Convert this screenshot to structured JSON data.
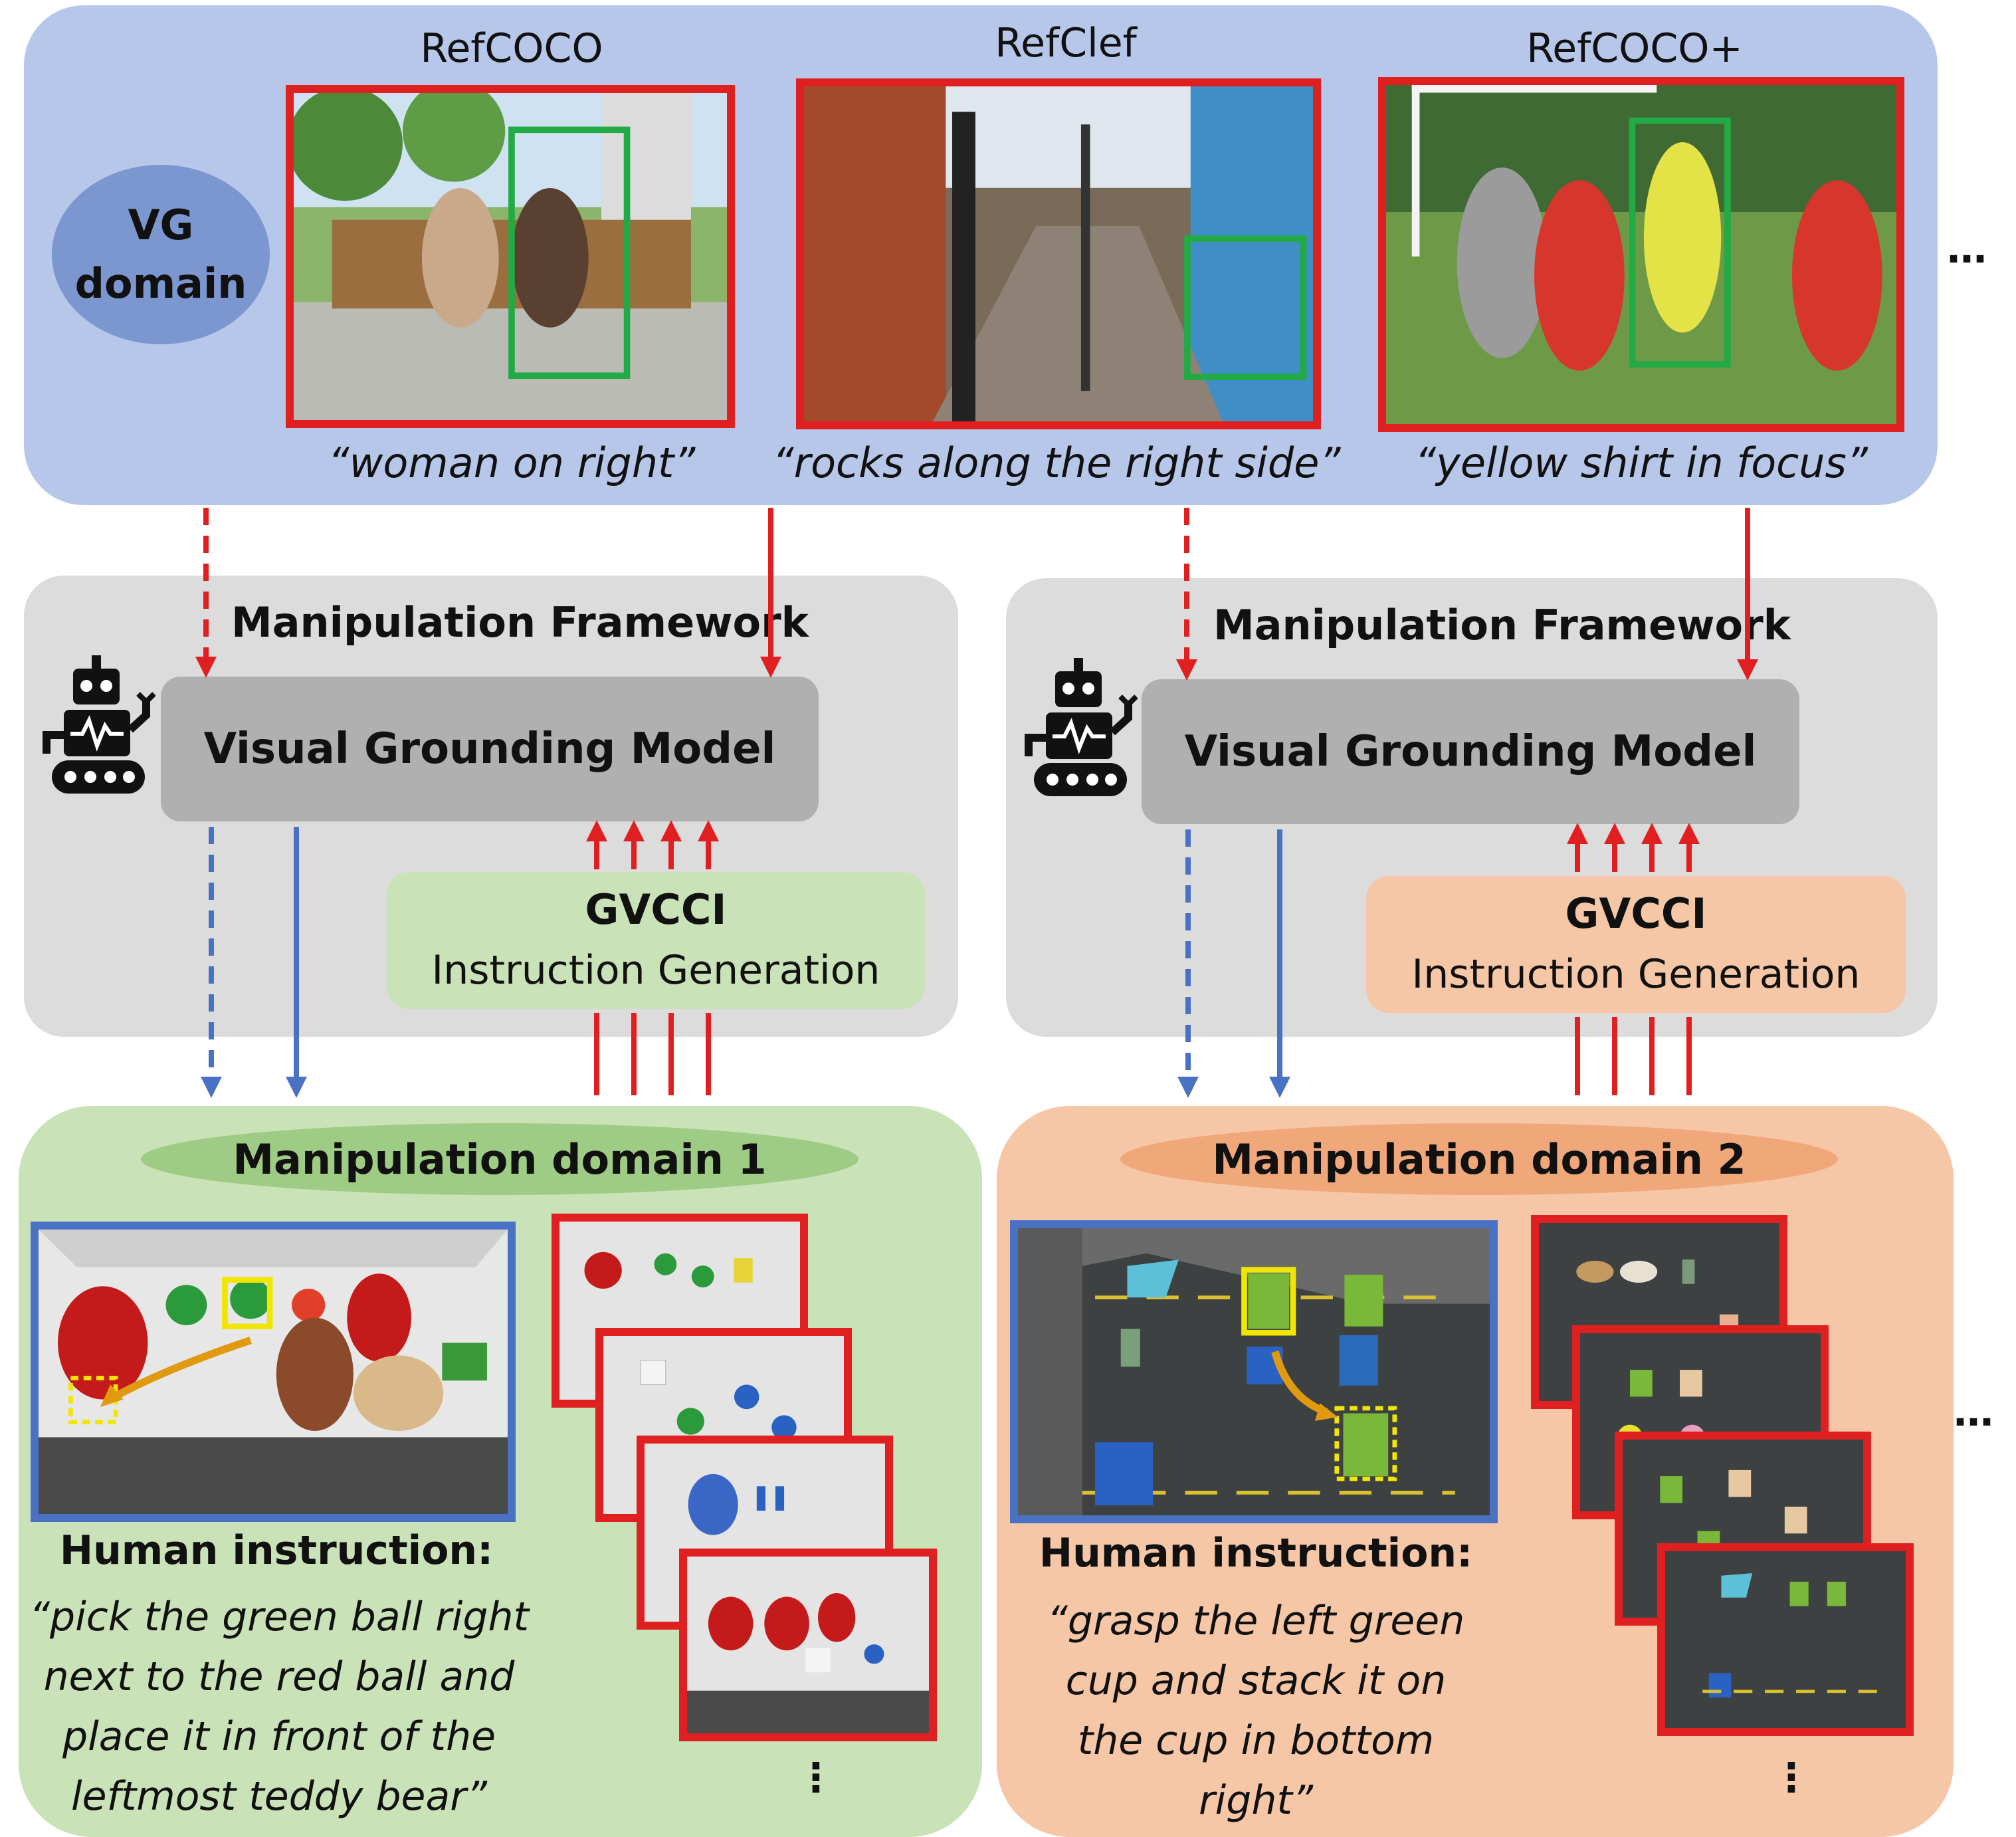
{
  "vg_domain": {
    "label": "VG\ndomain",
    "datasets": [
      {
        "name": "RefCOCO",
        "caption": "“woman on right”"
      },
      {
        "name": "RefClef",
        "caption": "“rocks along the right side”"
      },
      {
        "name": "RefCOCO+",
        "caption": "“yellow shirt in focus”"
      }
    ],
    "more": "…"
  },
  "frameworks": [
    {
      "title": "Manipulation Framework",
      "model": "Visual Grounding Model",
      "gvcci_title": "GVCCI",
      "gvcci_sub": "Instruction Generation"
    },
    {
      "title": "Manipulation Framework",
      "model": "Visual Grounding Model",
      "gvcci_title": "GVCCI",
      "gvcci_sub": "Instruction Generation"
    }
  ],
  "domains": [
    {
      "title": "Manipulation domain 1",
      "instruction_title": "Human instruction:",
      "instruction": "“pick the green ball right next to the red ball and place it in front of the leftmost teddy bear”",
      "more": "⋮"
    },
    {
      "title": "Manipulation domain 2",
      "instruction_title": "Human instruction:",
      "instruction": "“grasp the left green cup and stack it on the cup in bottom right”",
      "more": "⋮"
    }
  ],
  "more_right": "…",
  "colors": {
    "vg_bg": "#b6c7ea",
    "framework_bg": "#dcdcdc",
    "domain1_bg": "#c9e2b7",
    "domain2_bg": "#f6c7a6",
    "red_arrow": "#e02020",
    "blue_arrow": "#4a72c4",
    "highlight_box": "#f2e600",
    "gt_box": "#22aa44"
  }
}
